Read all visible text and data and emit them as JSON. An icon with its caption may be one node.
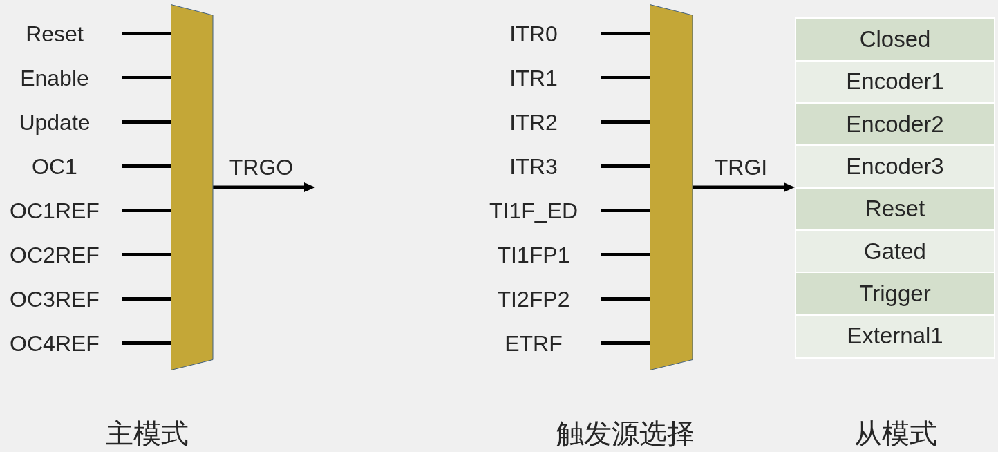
{
  "diagram": {
    "nodes": [
      {
        "text": [
          "Reset"
        ]
      },
      {
        "text": [
          "Enable"
        ]
      },
      {
        "text": [
          "Update"
        ]
      },
      {
        "text": [
          "OC1"
        ]
      },
      {
        "text": [
          "OC1REF"
        ]
      },
      {
        "text": [
          "OC2REF"
        ]
      },
      {
        "text": [
          "OC3REF"
        ]
      },
      {
        "text": [
          "OC4REF"
        ]
      },
      {
        "text": [],
        "shape": "trapezoid",
        "beside": [
          "主模式"
        ]
      },
      {
        "text": [
          "ITR0"
        ]
      },
      {
        "text": [
          "ITR1"
        ]
      },
      {
        "text": [
          "ITR2"
        ]
      },
      {
        "text": [
          "ITR3"
        ]
      },
      {
        "text": [
          "TI1F_ED"
        ]
      },
      {
        "text": [
          "TI1FP1"
        ]
      },
      {
        "text": [
          "TI2FP2"
        ]
      },
      {
        "text": [
          "ETRF"
        ]
      },
      {
        "text": [],
        "shape": "trapezoid",
        "beside": [
          "触发源选择"
        ]
      },
      {
        "text": [],
        "shape": "box",
        "beside": [
          "从模式"
        ]
      },
      {
        "text": [
          "Closed"
        ],
        "in": 18
      },
      {
        "text": [
          "Encoder1"
        ],
        "in": 18
      },
      {
        "text": [
          "Encoder2"
        ],
        "in": 18
      },
      {
        "text": [
          "Encoder3"
        ],
        "in": 18
      },
      {
        "text": [
          "Reset"
        ],
        "in": 18
      },
      {
        "text": [
          "Gated"
        ],
        "in": 18
      },
      {
        "text": [
          "Trigger"
        ],
        "in": 18
      },
      {
        "text": [
          "External1"
        ],
        "in": 18
      }
    ],
    "edges": [
      {
        "from": 0,
        "to": 8,
        "arrow": "none"
      },
      {
        "from": 1,
        "to": 8,
        "arrow": "none"
      },
      {
        "from": 2,
        "to": 8,
        "arrow": "none"
      },
      {
        "from": 3,
        "to": 8,
        "arrow": "none"
      },
      {
        "from": 4,
        "to": 8,
        "arrow": "none"
      },
      {
        "from": 5,
        "to": 8,
        "arrow": "none"
      },
      {
        "from": 6,
        "to": 8,
        "arrow": "none"
      },
      {
        "from": 7,
        "to": 8,
        "arrow": "none"
      },
      {
        "from": 8,
        "to": null,
        "arrow": "to",
        "label": "TRGO"
      },
      {
        "from": 9,
        "to": 17,
        "arrow": "none"
      },
      {
        "from": 10,
        "to": 17,
        "arrow": "none"
      },
      {
        "from": 11,
        "to": 17,
        "arrow": "none"
      },
      {
        "from": 12,
        "to": 17,
        "arrow": "none"
      },
      {
        "from": 13,
        "to": 17,
        "arrow": "none"
      },
      {
        "from": 14,
        "to": 17,
        "arrow": "none"
      },
      {
        "from": 15,
        "to": 17,
        "arrow": "none"
      },
      {
        "from": 16,
        "to": 17,
        "arrow": "none"
      },
      {
        "from": 17,
        "to": 18,
        "arrow": "to",
        "label": "TRGI"
      }
    ]
  }
}
